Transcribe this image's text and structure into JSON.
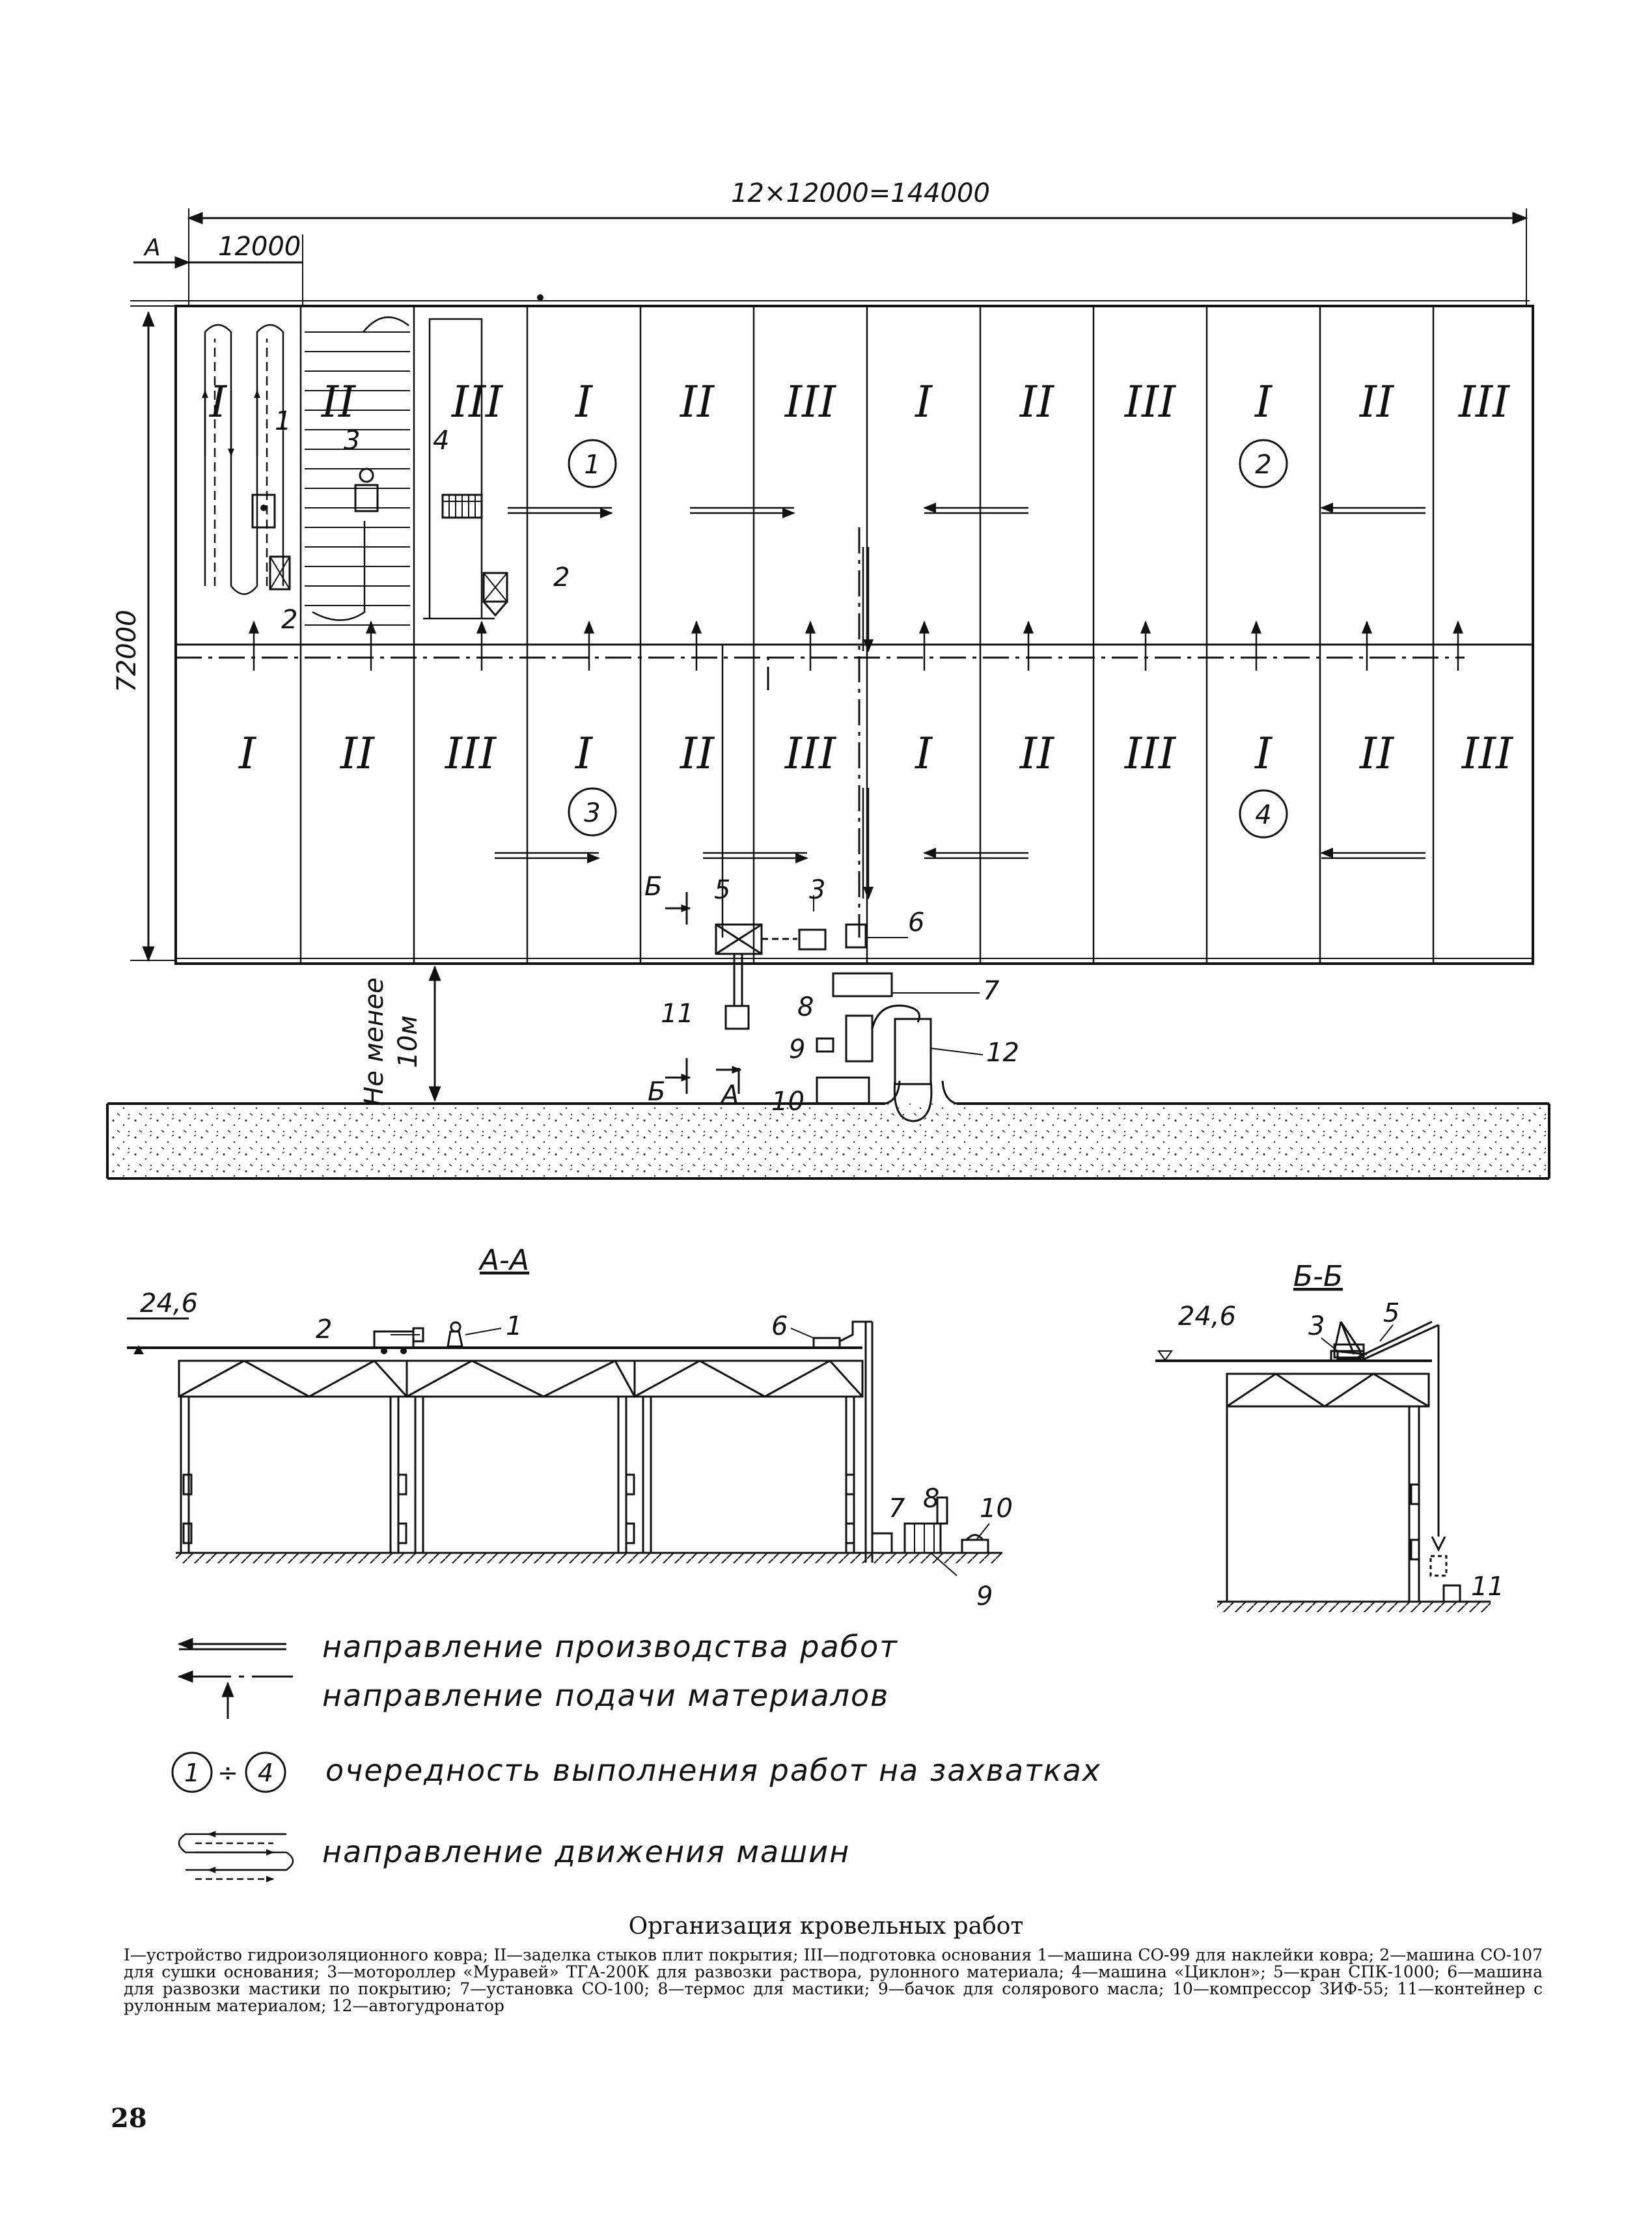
{
  "plan": {
    "total_dimension": "12×12000=144000",
    "bay_dimension": "12000",
    "section_mark_top": "А",
    "height_dimension": "72000",
    "min_distance": [
      "Не менее",
      "10м"
    ],
    "row_labels": [
      "I",
      "II",
      "III",
      "I",
      "II",
      "III",
      "I",
      "II",
      "III",
      "I",
      "II",
      "III"
    ],
    "sequence_numbers": [
      "1",
      "2",
      "3",
      "4"
    ],
    "machine_labels": {
      "m1": "1",
      "m2a": "2",
      "m2b": "2",
      "m3a": "3",
      "m3b": "3",
      "m4": "4",
      "m5": "5",
      "m6": "6",
      "m7": "7",
      "m8": "8",
      "m9": "9",
      "m10": "10",
      "m11": "11",
      "m12": "12"
    },
    "section_cut_b": "Б",
    "section_cut_a": "А"
  },
  "section_aa": {
    "title": "А-А",
    "elevation": "24,6",
    "labels": [
      "1",
      "2",
      "6",
      "7",
      "8",
      "9",
      "10"
    ]
  },
  "section_bb": {
    "title": "Б-Б",
    "elevation": "24,6",
    "labels": [
      "3",
      "5",
      "11"
    ]
  },
  "legend": {
    "work_direction": "направление производства работ",
    "supply_direction": "направление подачи материалов",
    "sequence": "очередность выполнения работ на захватках",
    "sequence_symbol_a": "1",
    "sequence_symbol_sep": "÷",
    "sequence_symbol_b": "4",
    "machine_movement": "направление движения машин"
  },
  "caption": {
    "title": "Организация кровельных работ",
    "legend_text": "I—устройство гидроизоляционного ковра; II—заделка стыков плит покрытия; III—подготовка основания 1—машина СО-99 для наклейки ковра; 2—машина СО-107 для сушки основания; 3—мотороллер «Муравей» ТГА-200К для развозки раствора, рулонного материала; 4—машина «Циклон»; 5—кран СПК-1000; 6—машина для развозки мастики по покрытию; 7—установка СО-100; 8—термос для мастики; 9—бачок для солярового масла; 10—компрессор ЗИФ-55; 11—контейнер с рулонным материалом; 12—автогудронатор"
  },
  "page_number": "28"
}
